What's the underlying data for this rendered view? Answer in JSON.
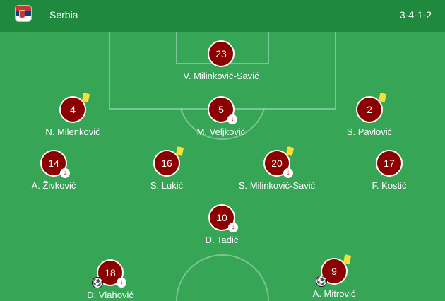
{
  "header": {
    "team_name": "Serbia",
    "formation": "3-4-1-2",
    "flag_icon": "serbia-flag-icon"
  },
  "colors": {
    "pitch": "#36a556",
    "header": "#1f8a3e",
    "player_disc": "#8b0000",
    "yellow_card": "#f5e03a",
    "sub_arrow": "#d01515"
  },
  "players": [
    {
      "number": "23",
      "name": "V. Milinković-Savić",
      "yellow_card": false,
      "subbed_off": false,
      "goal": false
    },
    {
      "number": "4",
      "name": "N. Milenković",
      "yellow_card": true,
      "subbed_off": false,
      "goal": false
    },
    {
      "number": "5",
      "name": "M. Veljković",
      "yellow_card": false,
      "subbed_off": true,
      "goal": false
    },
    {
      "number": "2",
      "name": "S. Pavlović",
      "yellow_card": true,
      "subbed_off": false,
      "goal": false
    },
    {
      "number": "14",
      "name": "A. Živković",
      "yellow_card": false,
      "subbed_off": true,
      "goal": false
    },
    {
      "number": "16",
      "name": "S. Lukić",
      "yellow_card": true,
      "subbed_off": false,
      "goal": false
    },
    {
      "number": "20",
      "name": "S. Milinković-Savić",
      "yellow_card": true,
      "subbed_off": true,
      "goal": false
    },
    {
      "number": "17",
      "name": "F. Kostić",
      "yellow_card": false,
      "subbed_off": false,
      "goal": false
    },
    {
      "number": "10",
      "name": "D. Tadić",
      "yellow_card": false,
      "subbed_off": true,
      "goal": false
    },
    {
      "number": "18",
      "name": "D. Vlahović",
      "yellow_card": false,
      "subbed_off": true,
      "goal": true
    },
    {
      "number": "9",
      "name": "A. Mitrović",
      "yellow_card": true,
      "subbed_off": false,
      "goal": true
    }
  ]
}
